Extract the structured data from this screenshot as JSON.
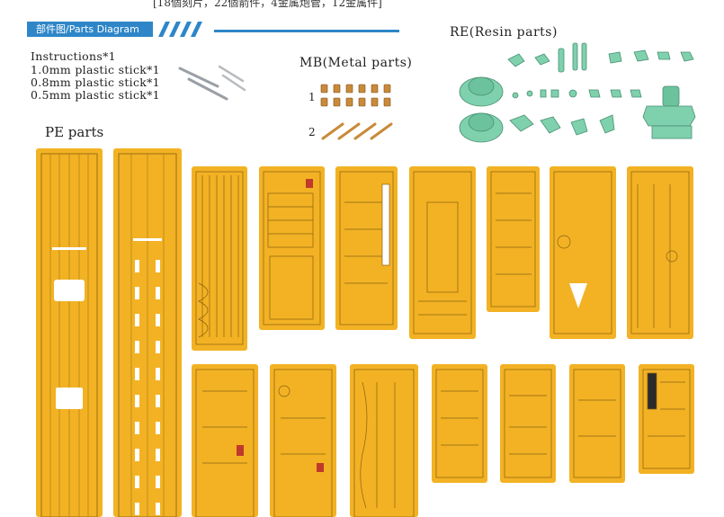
{
  "header": {
    "top_text": "[18個刻片，22個箭件，4金属炮管，12金属件]",
    "banner_label": "部件图/Parts Diagram"
  },
  "contents": {
    "instructions": "Instructions*1",
    "stick_1": "1.0mm plastic stick*1",
    "stick_2": "0.8mm plastic stick*1",
    "stick_3": "0.5mm plastic stick*1"
  },
  "sections": {
    "metal_title": "MB(Metal parts)",
    "resin_title": "RE(Resin parts)",
    "pe_title": "PE parts",
    "metal_row_1": "1",
    "metal_row_2": "2"
  },
  "colors": {
    "brass": "#f2b224",
    "resin": "#7fd1ad",
    "accent": "#2e86c8",
    "metal": "#d39a4a"
  }
}
